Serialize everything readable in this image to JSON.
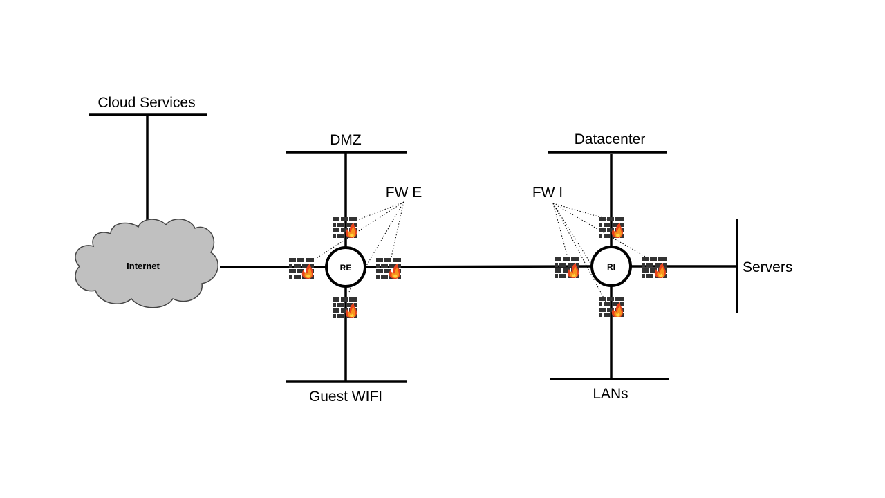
{
  "diagram": {
    "segments": {
      "cloud_services": "Cloud Services",
      "dmz": "DMZ",
      "guest_wifi": "Guest WIFI",
      "datacenter": "Datacenter",
      "lans": "LANs",
      "servers": "Servers"
    },
    "cloud": {
      "label": "Internet",
      "color": "#c0c0c0"
    },
    "routers": {
      "external": "RE",
      "internal": "RI"
    },
    "firewall_groups": {
      "external": "FW E",
      "internal": "FW I"
    },
    "colors": {
      "line": "#000000",
      "firewall_brick": "#333333",
      "flame": "#e8431c"
    },
    "icons": [
      "cloud-icon",
      "firewall-icon",
      "router-icon"
    ]
  }
}
